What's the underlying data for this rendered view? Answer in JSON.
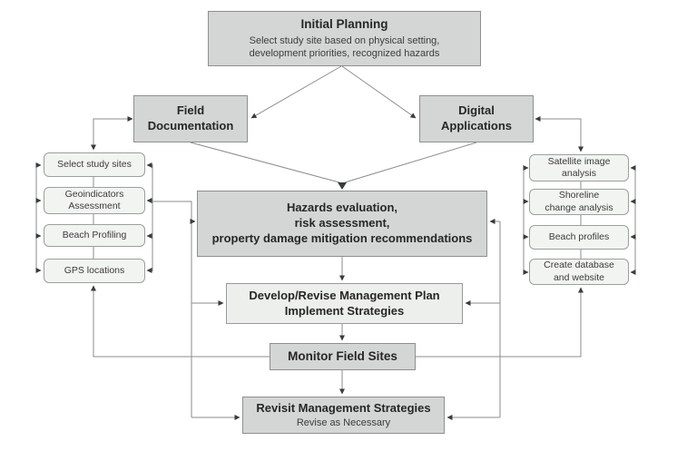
{
  "diagram": {
    "nodes": {
      "initial_planning": {
        "title": "Initial Planning",
        "subtitle": "Select study site based on physical setting,\ndevelopment priorities, recognized hazards"
      },
      "field_documentation": {
        "title": "Field\nDocumentation"
      },
      "digital_applications": {
        "title": "Digital\nApplications"
      },
      "hazards_evaluation": {
        "title": "Hazards evaluation,\nrisk assessment,\nproperty damage mitigation recommendations"
      },
      "develop_plan": {
        "title": "Develop/Revise Management Plan\nImplement Strategies"
      },
      "monitor_field_sites": {
        "title": "Monitor Field Sites"
      },
      "revisit_strategies": {
        "title": "Revisit Management Strategies",
        "subtitle": "Revise as Necessary"
      }
    },
    "field_tasks": [
      "Select study sites",
      "Geoindicators\nAssessment",
      "Beach Profiling",
      "GPS locations"
    ],
    "digital_tasks": [
      "Satellite image\nanalysis",
      "Shoreline\nchange analysis",
      "Beach profiles",
      "Create database\nand website"
    ],
    "colors": {
      "box_fill_dark": "#d3d6d4",
      "box_fill_light": "#edefec",
      "task_fill": "#f2f4f1",
      "box_border": "#8d908e",
      "connector_line": "#898e8b",
      "arrowhead": "#3a3c3a",
      "text": "#262726",
      "background": "#ffffff"
    }
  }
}
